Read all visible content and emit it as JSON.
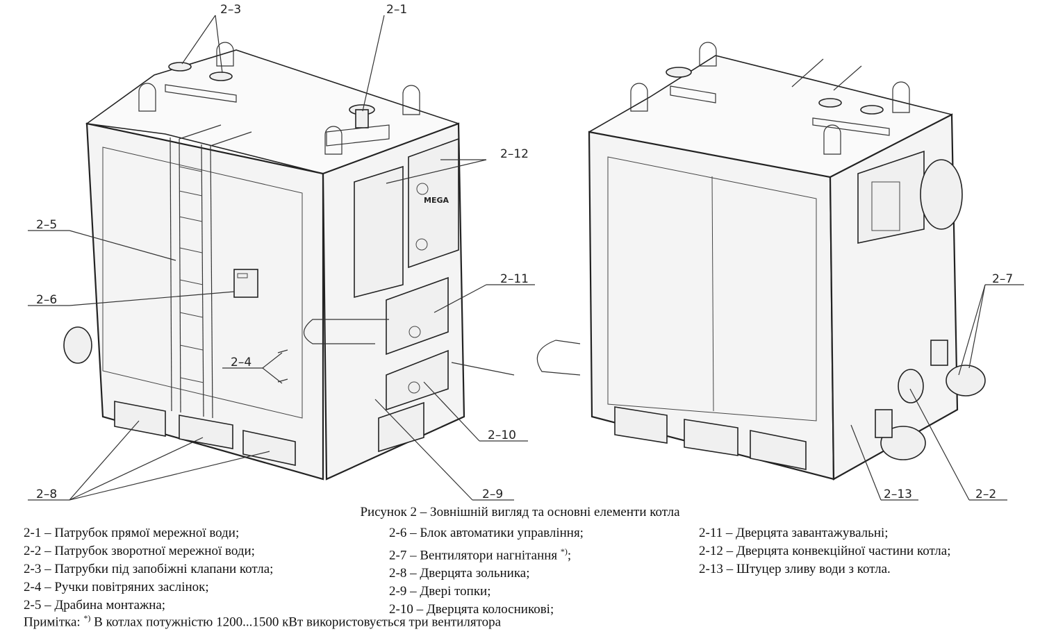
{
  "figure": {
    "caption": "Рисунок 2 – Зовнішній вигляд та основні елементи котла",
    "labels": {
      "l2_1": "2–1",
      "l2_2": "2–2",
      "l2_3": "2–3",
      "l2_4": "2–4",
      "l2_5": "2–5",
      "l2_6": "2–6",
      "l2_7": "2–7",
      "l2_8": "2–8",
      "l2_9": "2–9",
      "l2_10": "2–10",
      "l2_11": "2–11",
      "l2_12": "2–12",
      "l2_13": "2–13"
    },
    "brand_logo_text": "MEGA"
  },
  "legend": {
    "col1": [
      "2-1 – Патрубок прямої мережної води;",
      "2-2 – Патрубок зворотної мережної води;",
      "2-3 – Патрубки під запобіжні клапани котла;",
      "2-4 – Ручки повітряних заслінок;",
      "2-5 – Драбина монтажна;"
    ],
    "col2": [
      "2-6 – Блок автоматики управління;",
      "2-7 – Вентилятори нагнітання ",
      "2-8 – Дверцята зольника;",
      "2-9 – Двері топки;",
      "2-10 – Дверцята колосникові;"
    ],
    "col2_footnote_mark": "*)",
    "col2_footnote_tail": ";",
    "col3": [
      "2-11 – Дверцята завантажувальні;",
      "2-12 – Дверцята конвекційної частини котла;",
      "2-13 – Штуцер зливу води з котла."
    ]
  },
  "note": {
    "prefix": "Примітка: ",
    "mark": "*)",
    "text": " В котлах потужністю 1200...1500 кВт використовується три вентилятора"
  }
}
